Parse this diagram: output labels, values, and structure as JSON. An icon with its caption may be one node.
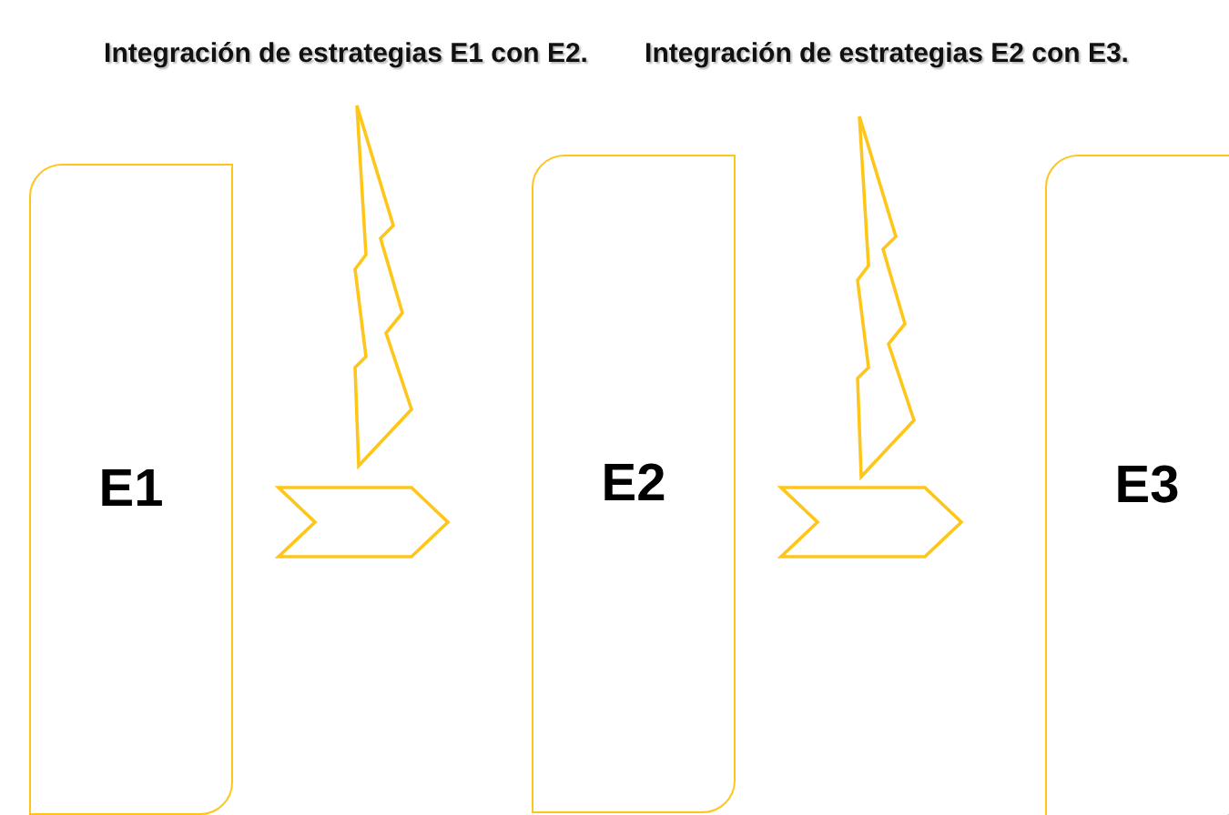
{
  "diagram": {
    "nodes": [
      {
        "text": [
          "Integración de estrategias E1 con E2."
        ]
      },
      {
        "text": [
          "Integración de estrategias E2 con E3."
        ]
      },
      {
        "text": [
          "E1"
        ]
      },
      {
        "text": [
          "E2"
        ]
      },
      {
        "text": [
          "E3"
        ]
      }
    ],
    "edges": [
      {
        "from": 2,
        "to": 3,
        "arrow": "to"
      },
      {
        "from": 3,
        "to": 4,
        "arrow": "to"
      }
    ]
  }
}
